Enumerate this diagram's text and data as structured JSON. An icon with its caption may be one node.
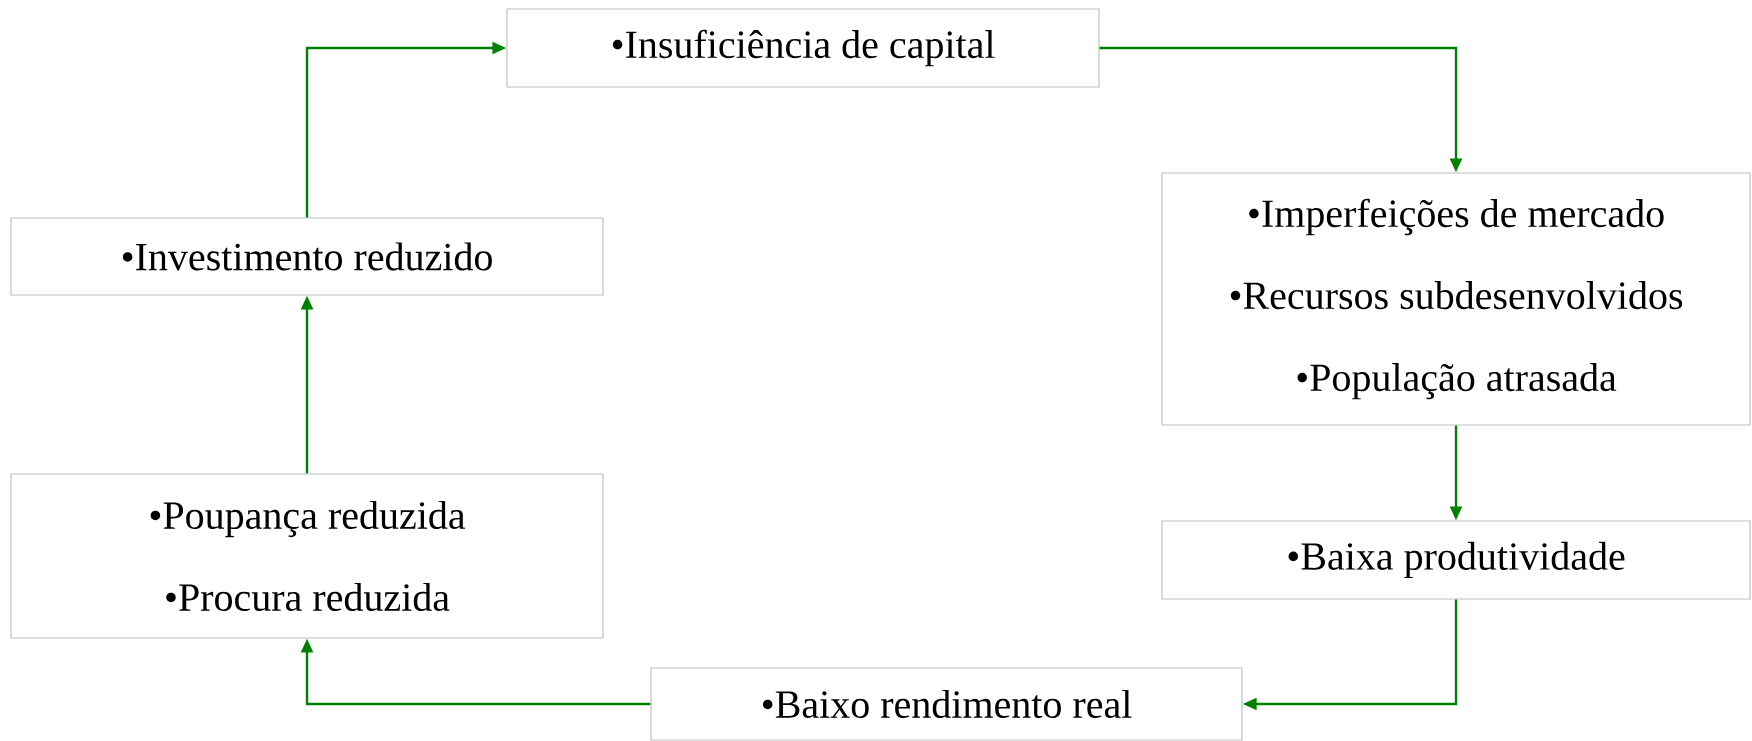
{
  "diagram": {
    "nodes": [
      {
        "text": [
          "•Insuficiência de capital"
        ]
      },
      {
        "text": [
          "•Imperfeições de mercado",
          "•Recursos subdesenvolvidos",
          "•População atrasada"
        ]
      },
      {
        "text": [
          "•Baixa produtividade"
        ]
      },
      {
        "text": [
          "•Baixo rendimento real"
        ]
      },
      {
        "text": [
          "•Poupança reduzida",
          "•Procura reduzida"
        ]
      },
      {
        "text": [
          "•Investimento reduzido"
        ]
      }
    ],
    "edges": [
      {
        "from": 0,
        "to": 1,
        "arrow": "to"
      },
      {
        "from": 1,
        "to": 2,
        "arrow": "to"
      },
      {
        "from": 2,
        "to": 3,
        "arrow": "to"
      },
      {
        "from": 3,
        "to": 4,
        "arrow": "to"
      },
      {
        "from": 4,
        "to": 5,
        "arrow": "to"
      },
      {
        "from": 5,
        "to": 0,
        "arrow": "to"
      }
    ]
  }
}
